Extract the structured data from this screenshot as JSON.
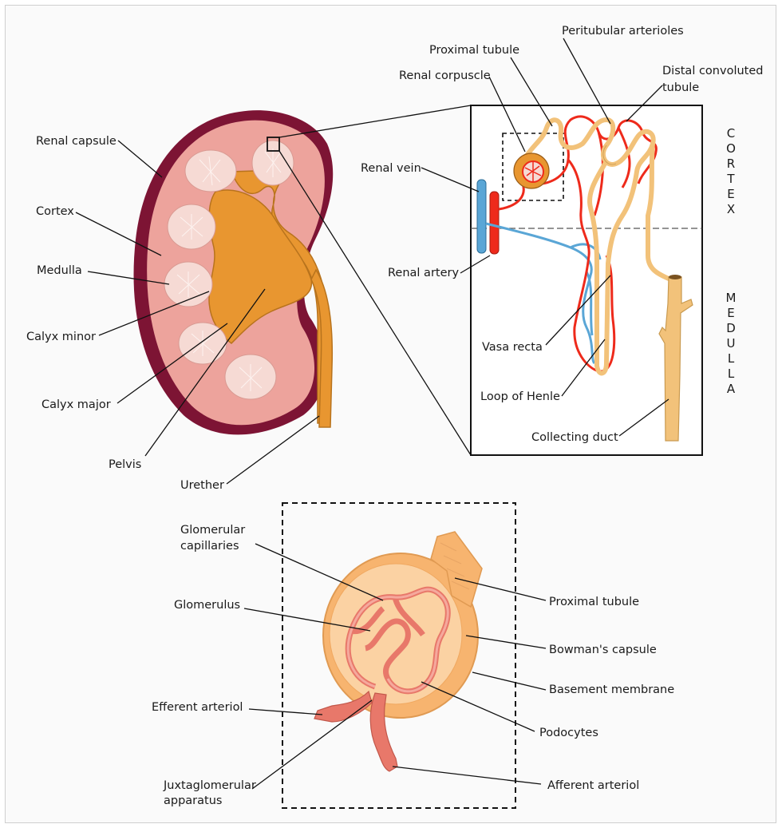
{
  "kidney": {
    "labels": {
      "renal_capsule": "Renal capsule",
      "cortex": "Cortex",
      "medulla": "Medulla",
      "calyx_minor": "Calyx minor",
      "calyx_major": "Calyx major",
      "pelvis": "Pelvis",
      "urether": "Urether"
    }
  },
  "nephron": {
    "labels": {
      "proximal_tubule": "Proximal tubule",
      "renal_corpuscle": "Renal corpuscle",
      "peritubular_arterioles": "Peritubular arterioles",
      "distal_convoluted_tubule_line1": "Distal convoluted",
      "distal_convoluted_tubule_line2": "tubule",
      "renal_vein": "Renal vein",
      "renal_artery": "Renal artery",
      "vasa_recta": "Vasa recta",
      "loop_of_henle": "Loop of Henle",
      "collecting_duct": "Collecting duct"
    },
    "regions": {
      "cortex": [
        "C",
        "O",
        "R",
        "T",
        "E",
        "X"
      ],
      "medulla": [
        "M",
        "E",
        "D",
        "U",
        "L",
        "L",
        "A"
      ]
    }
  },
  "glomerulus_detail": {
    "labels": {
      "glomerular_capillaries_line1": "Glomerular",
      "glomerular_capillaries_line2": "capillaries",
      "glomerulus": "Glomerulus",
      "efferent_arteriol": "Efferent arteriol",
      "juxtaglomerular_line1": "Juxtaglomerular",
      "juxtaglomerular_line2": "apparatus",
      "proximal_tubule": "Proximal tubule",
      "bowmans_capsule": "Bowman's capsule",
      "basement_membrane": "Basement membrane",
      "podocytes": "Podocytes",
      "afferent_arteriol": "Afferent arteriol"
    }
  },
  "colors": {
    "capsule": "#7d1434",
    "cortex": "#eda39c",
    "pyramid": "#f6dad4",
    "pelvis": "#e89630",
    "tubule": "#f2c27a",
    "artery": "#ee2a1b",
    "vein": "#5aa6d6",
    "bowman": "#f7b46f",
    "arteriole": "#e8786a"
  }
}
